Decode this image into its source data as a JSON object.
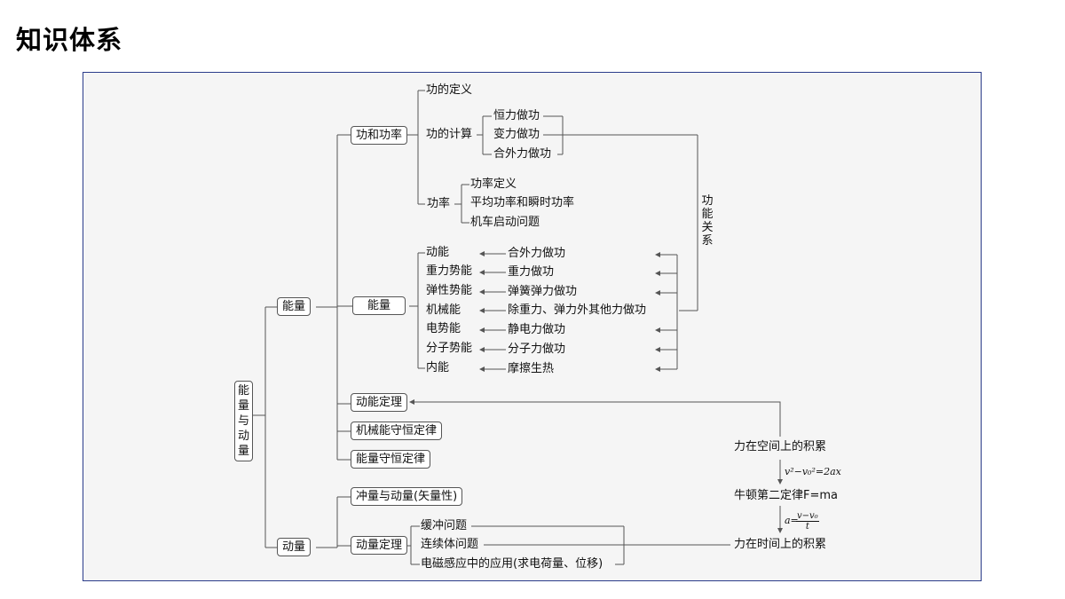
{
  "title": "知识体系",
  "root": "能量与动量",
  "energy": {
    "label": "能量",
    "work_power": {
      "label": "功和功率",
      "work_def": "功的定义",
      "work_calc": {
        "label": "功的计算",
        "items": [
          "恒力做功",
          "变力做功",
          "合外力做功"
        ]
      },
      "power": {
        "label": "功率",
        "items": [
          "功率定义",
          "平均功率和瞬时功率",
          "机车启动问题"
        ]
      }
    },
    "energy_node": {
      "label": "能量",
      "forms": [
        "动能",
        "重力势能",
        "弹性势能",
        "机械能",
        "电势能",
        "分子势能",
        "内能"
      ],
      "works": [
        "合外力做功",
        "重力做功",
        "弹簧弹力做功",
        "除重力、弹力外其他力做功",
        "静电力做功",
        "分子力做功",
        "摩擦生热"
      ]
    },
    "work_energy_relation": "功能关系",
    "ke_theorem": "动能定理",
    "mech_conservation": "机械能守恒定律",
    "energy_conservation": "能量守恒定律"
  },
  "momentum": {
    "label": "动量",
    "impulse": "冲量与动量(矢量性)",
    "theorem": {
      "label": "动量定理",
      "items": [
        "缓冲问题",
        "连续体问题",
        "电磁感应中的应用(求电荷量、位移)"
      ]
    }
  },
  "newton": {
    "space_integral": "力在空间上的积累",
    "formula_space": "v²−v₀²=2ax",
    "second_law": "牛顿第二定律F=ma",
    "formula_accel_lhs": "a=",
    "formula_accel_num": "v−v₀",
    "formula_accel_den": "t",
    "time_integral": "力在时间上的积累"
  },
  "colors": {
    "panel_border": "#2b3c8a",
    "panel_bg": "#f5f5f5",
    "line": "#555555"
  }
}
